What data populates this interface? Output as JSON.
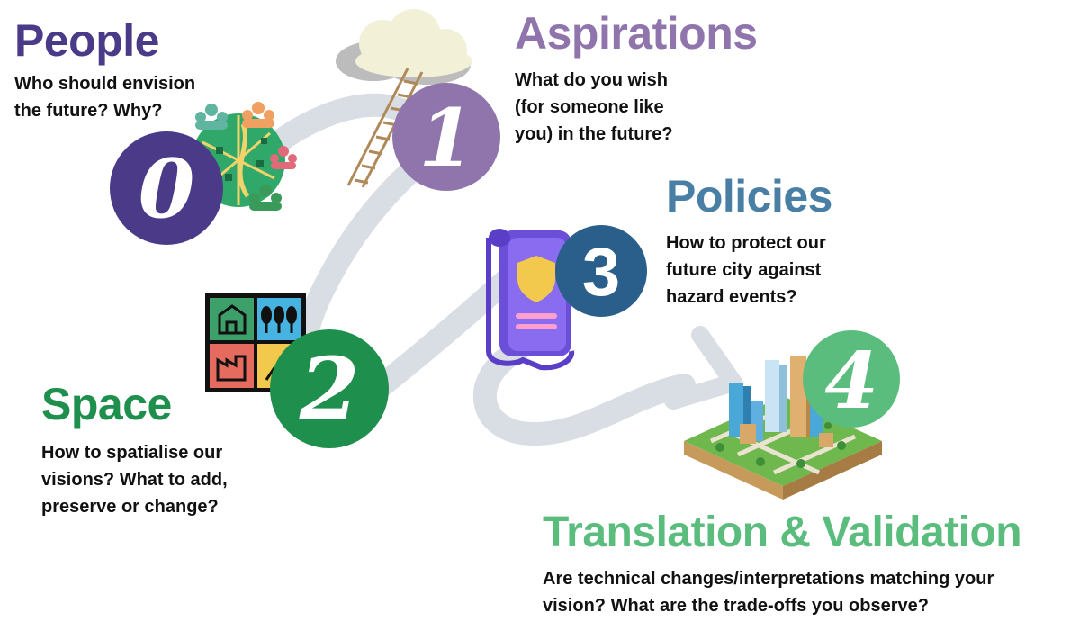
{
  "colors": {
    "people": "#4b3a87",
    "aspirations": "#8f75ac",
    "space": "#1e8f4c",
    "policies": "#4a7fa5",
    "translation": "#5bbd7d",
    "path": "#d9dde4",
    "step3": "#2a5f8c"
  },
  "steps": [
    {
      "number": "0",
      "title": "People",
      "description": [
        "Who should envision",
        "the future? Why?"
      ]
    },
    {
      "number": "1",
      "title": "Aspirations",
      "description": [
        "What do you wish",
        "(for someone like",
        "you) in the future?"
      ]
    },
    {
      "number": "2",
      "title": "Space",
      "description": [
        "How to spatialise our",
        "visions? What to add,",
        "preserve or change?"
      ]
    },
    {
      "number": "3",
      "title": "Policies",
      "description": [
        "How to protect our",
        "future city against",
        "hazard events?"
      ]
    },
    {
      "number": "4",
      "title": "Translation & Validation",
      "description": [
        "Are technical changes/interpretations matching your",
        "vision? What are the trade-offs you observe?"
      ]
    }
  ],
  "icons": {
    "people": "globe-people-icon",
    "aspirations": "cloud-ladder-icon",
    "space": "land-use-grid-icon",
    "policies": "policy-scroll-icon",
    "translation": "city-model-icon"
  }
}
